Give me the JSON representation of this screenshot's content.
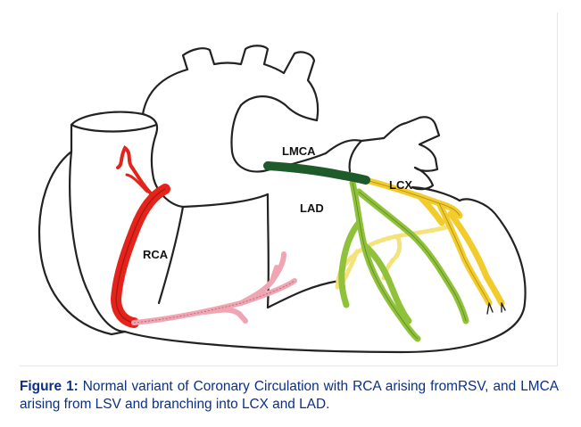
{
  "labels": {
    "lmca": "LMCA",
    "lad": "LAD",
    "lcx": "LCX",
    "rca": "RCA"
  },
  "caption": {
    "prefix": "Figure 1:",
    "text": " Normal variant of Coronary Circulation with RCA arising fromRSV, and LMCA arising from LSV and branching into LCX and LAD."
  },
  "colors": {
    "rca": "#e4231b",
    "lmca": "#1f5a2a",
    "lad": "#8fc23a",
    "lcx": "#f2cc2d",
    "rca_branch": "#f0a6b2",
    "posterior_dashed": "#f4e27a",
    "outline": "#222222",
    "caption": "#0b2f86"
  }
}
